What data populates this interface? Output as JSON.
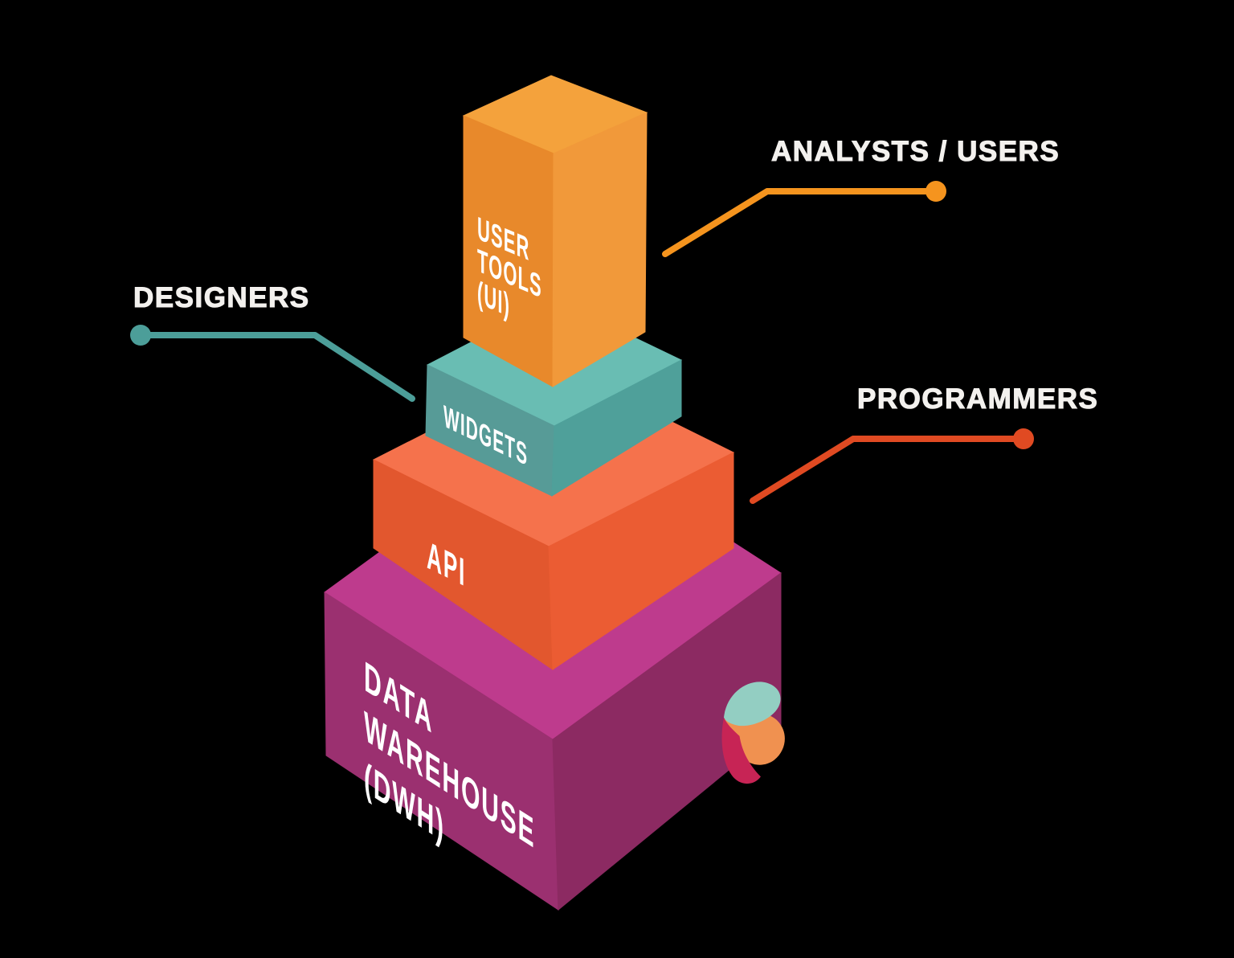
{
  "background": "#000000",
  "palette": {
    "face_text": "#FFFFFF",
    "label_text": "#F3F1EE"
  },
  "layers": {
    "user_tools": {
      "lines": [
        "USER",
        "TOOLS",
        "(UI)"
      ],
      "faces": {
        "top": "#F4A23C",
        "left": "#E8892B",
        "right": "#F1993A"
      }
    },
    "widgets": {
      "lines": [
        "WIDGETS"
      ],
      "faces": {
        "top": "#69BDB3",
        "left": "#579B97",
        "right": "#4FA09A"
      }
    },
    "api": {
      "lines": [
        "API"
      ],
      "faces": {
        "top": "#F5724C",
        "left": "#E2572E",
        "right": "#EB5C33"
      }
    },
    "dwh": {
      "lines": [
        "DATA",
        "WAREHOUSE",
        "(DWH)"
      ],
      "faces": {
        "top": "#BE3B8D",
        "left": "#9B3070",
        "right": "#8C2A62"
      }
    }
  },
  "callouts": {
    "analysts": {
      "label": "ANALYSTS / USERS",
      "color": "#F5941E",
      "points_to": "USER TOOLS (UI)"
    },
    "designers": {
      "label": "DESIGNERS",
      "color": "#4C9E99",
      "points_to": "WIDGETS"
    },
    "programmers": {
      "label": "PROGRAMMERS",
      "color": "#E04A22",
      "points_to": "API"
    }
  },
  "logo": {
    "colors": {
      "teal": "#93CEC2",
      "orange": "#F09150",
      "crimson": "#C72455"
    }
  }
}
